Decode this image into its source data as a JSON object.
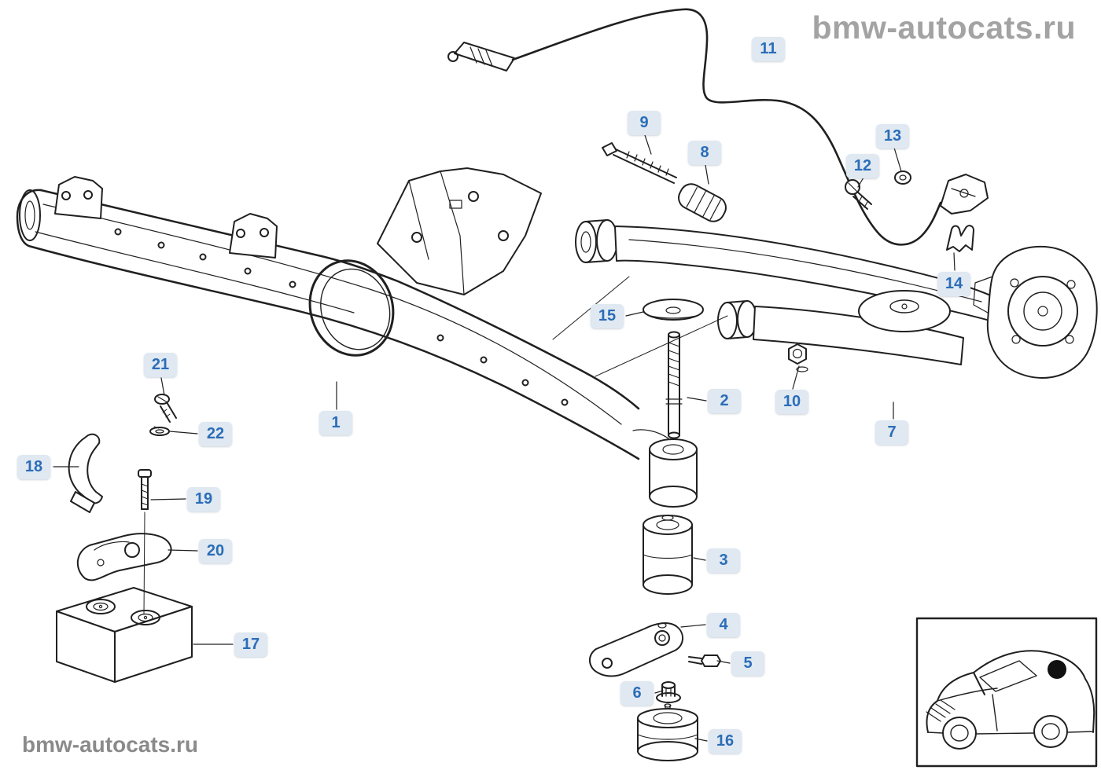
{
  "site": {
    "watermark_top": "bmw-autocats.ru",
    "watermark_bottom": "bmw-autocats.ru"
  },
  "callouts": {
    "n1": "1",
    "n2": "2",
    "n3": "3",
    "n4": "4",
    "n5": "5",
    "n6": "6",
    "n7": "7",
    "n8": "8",
    "n9": "9",
    "n10": "10",
    "n11": "11",
    "n12": "12",
    "n13": "13",
    "n14": "14",
    "n15": "15",
    "n16": "16",
    "n17": "17",
    "n18": "18",
    "n19": "19",
    "n20": "20",
    "n21": "21",
    "n22": "22"
  },
  "colors": {
    "callout_bg": "#e0e8f1",
    "callout_text": "#2a6db8",
    "drawing_line": "#202020",
    "watermark_gray": "#a3a3a3"
  }
}
